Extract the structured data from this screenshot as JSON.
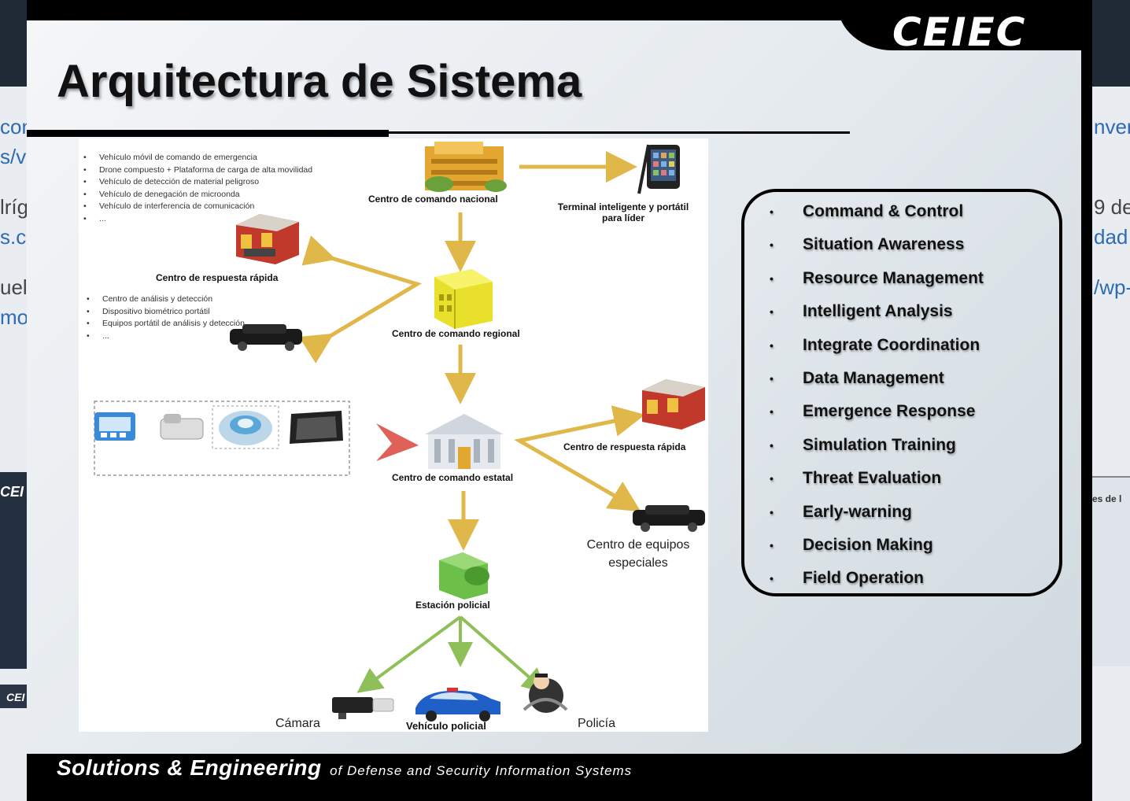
{
  "background": {
    "fragments_left": [
      "con",
      "s/vi",
      "lríg",
      "s.co",
      "uel",
      "mo"
    ],
    "fragments_right": [
      "nver",
      "9 de",
      "dad",
      "/wp-",
      "es de l"
    ],
    "fragments_logo": [
      "CEI",
      "CEI"
    ]
  },
  "slide": {
    "logo": "CEIEC",
    "title": "Arquitectura de Sistema",
    "footer_main": "Solutions & Engineering",
    "footer_sub": "of Defense and Security Information Systems"
  },
  "diagram": {
    "top_list": [
      "Vehículo móvil de comando de emergencia",
      "Drone compuesto + Plataforma de carga de alta movilidad",
      "Vehículo de detección de material peligroso",
      "Vehículo de denegación de microonda",
      "Vehículo de interferencia de comunicación",
      "..."
    ],
    "mid_list": [
      "Centro de análisis y detección",
      "Dispositivo biométrico portátil",
      "Equipos portátil de análisis y detección",
      "..."
    ],
    "labels": {
      "national": "Centro de comando nacional",
      "terminal_line1": "Terminal inteligente y portátil",
      "terminal_line2": "para líder",
      "rapid_left": "Centro de respuesta rápida",
      "regional": "Centro de comando regional",
      "state": "Centro de comando estatal",
      "rapid_right": "Centro de respuesta rápida",
      "special_line1": "Centro de equipos",
      "special_line2": "especiales",
      "station": "Estación policial",
      "camera": "Cámara",
      "vehicle": "Vehículo policial",
      "police": "Policía"
    },
    "colors": {
      "arrow_orange": "#e0b84a",
      "arrow_green": "#8fbf58",
      "arrow_red": "#e0605a"
    }
  },
  "capabilities": [
    "Command & Control",
    "Situation Awareness",
    "Resource Management",
    "Intelligent Analysis",
    "Integrate Coordination",
    "Data Management",
    "Emergence Response",
    "Simulation Training",
    "Threat Evaluation",
    "Early-warning",
    "Decision Making",
    "Field Operation"
  ]
}
